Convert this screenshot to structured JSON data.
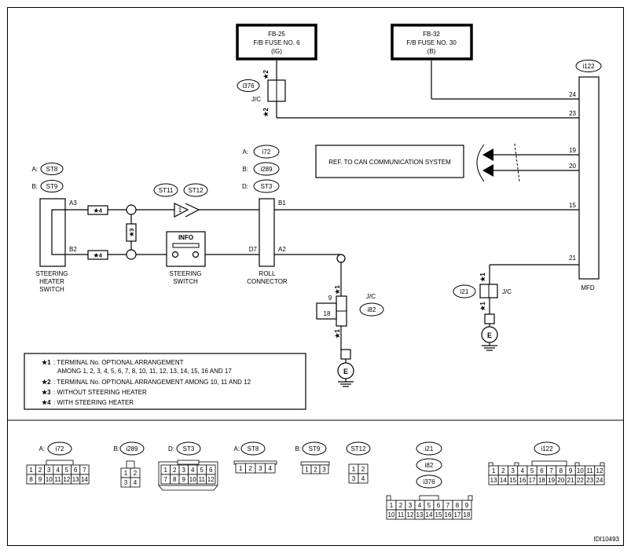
{
  "diagram_id": "IDI10493",
  "fuses": {
    "fb25": {
      "line1": "FB-25",
      "line2": "F/B FUSE NO. 6",
      "line3": "(IG)"
    },
    "fb32": {
      "line1": "FB-32",
      "line2": "F/B FUSE NO. 30",
      "line3": "(B)"
    }
  },
  "jc_i376": {
    "code": "i376",
    "label": "J/C",
    "mark": "★2"
  },
  "mfd": {
    "code": "i122",
    "label": "MFD",
    "pins": {
      "p24": "24",
      "p23": "23",
      "p19": "19",
      "p20": "20",
      "p15": "15",
      "p21": "21"
    }
  },
  "can_ref": "REF. TO CAN COMMUNICATION SYSTEM",
  "roll": {
    "codes": {
      "a_prefix": "A:",
      "a": "i72",
      "b_prefix": "B:",
      "b": "i289",
      "d_prefix": "D:",
      "d": "ST3"
    },
    "pins": {
      "b1": "B1",
      "d7": "D7",
      "a2": "A2"
    },
    "label_1": "ROLL",
    "label_2": "CONNECTOR"
  },
  "heater": {
    "codes": {
      "a_prefix": "A:",
      "a": "ST8",
      "b_prefix": "B:",
      "b": "ST9"
    },
    "pins": {
      "a3": "A3",
      "b2": "B2"
    },
    "label_1": "STEERING",
    "label_2": "HEATER",
    "label_3": "SWITCH",
    "mark_4": "★4",
    "mark_3": "★3"
  },
  "connector_st11": "ST11",
  "connector_st12": "ST12",
  "connector_pin_1": "1",
  "steering_switch": {
    "info": "INFO",
    "label_1": "STEERING",
    "label_2": "SWITCH"
  },
  "jc_i82": {
    "code": "i82",
    "label": "J/C",
    "pin9": "9",
    "pin18": "18",
    "mark": "★1"
  },
  "jc_i21": {
    "code": "i21",
    "label": "J/C",
    "mark": "★1"
  },
  "ground_letter": "E",
  "legend": [
    {
      "mark": "★1",
      "text": ": TERMINAL No. OPTIONAL ARRANGEMENT"
    },
    {
      "mark": "",
      "text": "AMONG 1, 2, 3, 4, 5, 6, 7, 8, 10, 11, 12, 13, 14, 15, 16 AND 17"
    },
    {
      "mark": "★2",
      "text": ": TERMINAL No. OPTIONAL ARRANGEMENT AMONG 10, 11 AND 12"
    },
    {
      "mark": "★3",
      "text": ": WITHOUT STEERING HEATER"
    },
    {
      "mark": "★4",
      "text": ": WITH STEERING HEATER"
    }
  ],
  "connectors": {
    "i72": {
      "prefix": "A:",
      "code": "i72",
      "row1": [
        "1",
        "2",
        "3",
        "4",
        "5",
        "6",
        "7"
      ],
      "row2": [
        "8",
        "9",
        "10",
        "11",
        "12",
        "13",
        "14"
      ]
    },
    "i289": {
      "prefix": "B:",
      "code": "i289",
      "row1": [
        "1",
        "2"
      ],
      "row2": [
        "3",
        "4"
      ]
    },
    "st3": {
      "prefix": "D:",
      "code": "ST3",
      "row1": [
        "1",
        "2",
        "3",
        "4",
        "5",
        "6"
      ],
      "row2": [
        "7",
        "8",
        "9",
        "10",
        "11",
        "12"
      ]
    },
    "st8": {
      "prefix": "A:",
      "code": "ST8",
      "row1": [
        "1",
        "2",
        "3",
        "4"
      ]
    },
    "st9": {
      "prefix": "B:",
      "code": "ST9",
      "row1": [
        "1",
        "2",
        "3"
      ]
    },
    "st12": {
      "code": "ST12",
      "row1": [
        "1",
        "2"
      ],
      "row2": [
        "3",
        "4"
      ]
    },
    "i21": {
      "codes": [
        "i21",
        "i82",
        "i376"
      ],
      "row1": [
        "1",
        "2",
        "3",
        "4",
        "5",
        "6",
        "7",
        "8",
        "9"
      ],
      "row2": [
        "10",
        "11",
        "12",
        "13",
        "14",
        "15",
        "16",
        "17",
        "18"
      ]
    },
    "i122": {
      "code": "i122",
      "row1": [
        "1",
        "2",
        "3",
        "4",
        "5",
        "6",
        "7",
        "8",
        "9",
        "10",
        "11",
        "12"
      ],
      "row2": [
        "13",
        "14",
        "15",
        "16",
        "17",
        "18",
        "19",
        "20",
        "21",
        "22",
        "23",
        "24"
      ]
    }
  }
}
